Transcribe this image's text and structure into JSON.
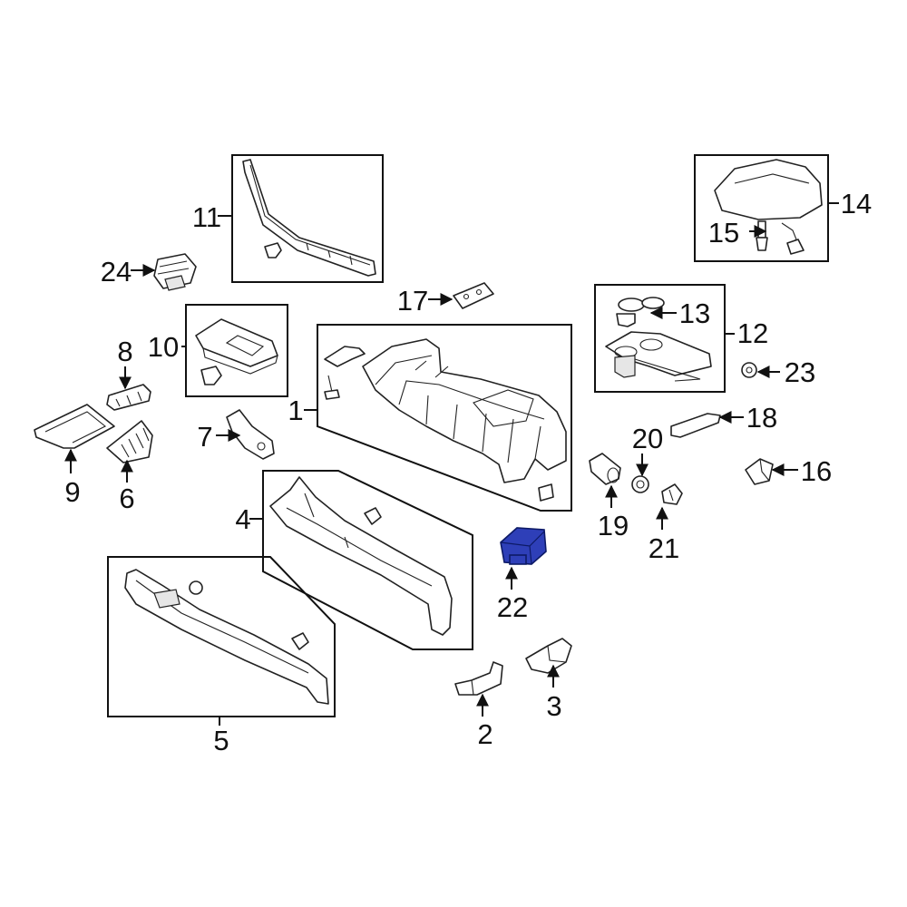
{
  "diagram": {
    "highlight_color": "#2e3fb8",
    "callouts": [
      {
        "id": "c1",
        "label": "1"
      },
      {
        "id": "c2",
        "label": "2"
      },
      {
        "id": "c3",
        "label": "3"
      },
      {
        "id": "c4",
        "label": "4"
      },
      {
        "id": "c5",
        "label": "5"
      },
      {
        "id": "c6",
        "label": "6"
      },
      {
        "id": "c7",
        "label": "7"
      },
      {
        "id": "c8",
        "label": "8"
      },
      {
        "id": "c9",
        "label": "9"
      },
      {
        "id": "c10",
        "label": "10"
      },
      {
        "id": "c11",
        "label": "11"
      },
      {
        "id": "c12",
        "label": "12"
      },
      {
        "id": "c13",
        "label": "13"
      },
      {
        "id": "c14",
        "label": "14"
      },
      {
        "id": "c15",
        "label": "15"
      },
      {
        "id": "c16",
        "label": "16"
      },
      {
        "id": "c17",
        "label": "17"
      },
      {
        "id": "c18",
        "label": "18"
      },
      {
        "id": "c19",
        "label": "19"
      },
      {
        "id": "c20",
        "label": "20"
      },
      {
        "id": "c21",
        "label": "21"
      },
      {
        "id": "c22",
        "label": "22"
      },
      {
        "id": "c23",
        "label": "23"
      },
      {
        "id": "c24",
        "label": "24"
      }
    ]
  }
}
